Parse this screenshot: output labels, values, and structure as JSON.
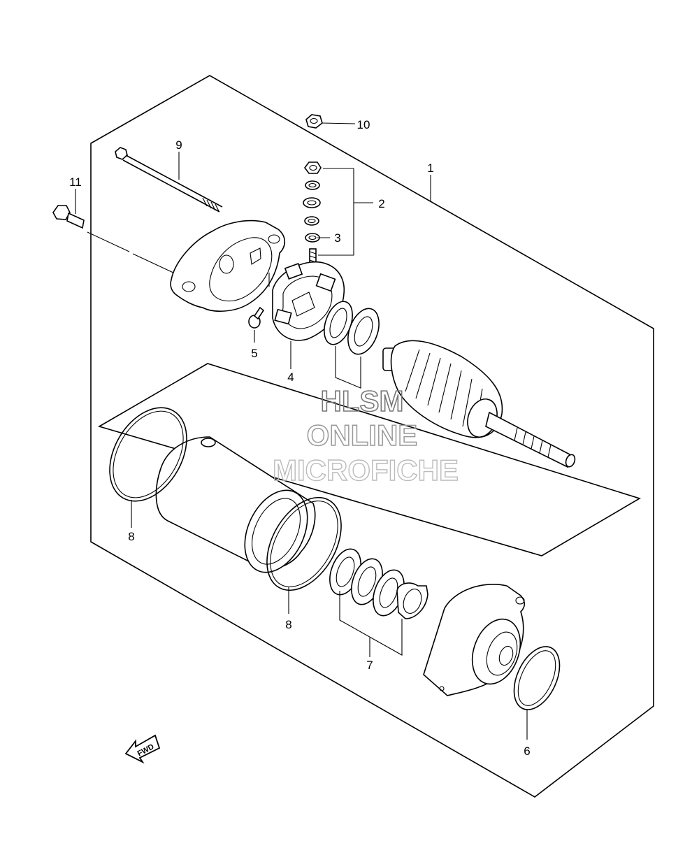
{
  "callouts": {
    "c1": "1",
    "c2": "2",
    "c3": "3",
    "c4": "4",
    "c5": "5",
    "c6": "6",
    "c7": "7",
    "c8a": "8",
    "c8b": "8",
    "c9": "9",
    "c10": "10",
    "c11": "11"
  },
  "fwd_label": "FWD",
  "watermark": {
    "line1": "HLSM",
    "line2": "ONLINE",
    "line3": "MICROFICHE"
  },
  "colors": {
    "line": "#000000",
    "watermark_light": "#bbbbbb",
    "watermark_dark": "#777777"
  }
}
